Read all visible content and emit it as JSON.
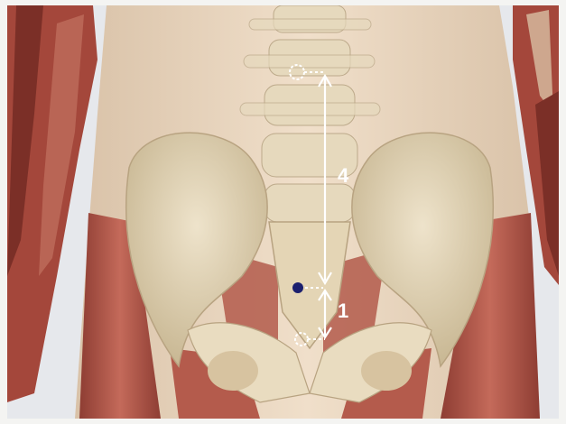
{
  "illustration": {
    "subject": "acupoint-measurement-lower-abdomen-back-view",
    "point_color": "#1b1f6e",
    "muscle_color": "#b85a4c",
    "bone_color": "#e6d8bb",
    "skin_color": "#ecd8c0",
    "arrow_color": "#ffffff"
  },
  "measurements": {
    "upper_span_label": "4",
    "lower_span_label": "1"
  }
}
